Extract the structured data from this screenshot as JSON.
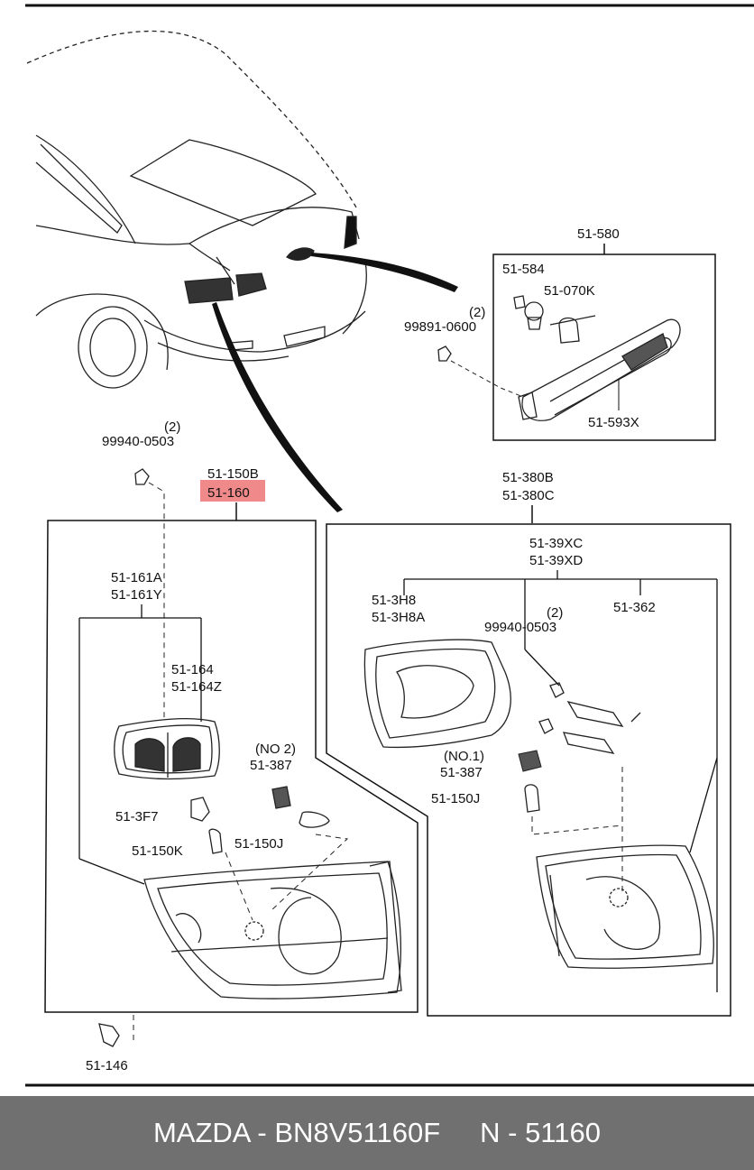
{
  "diagram": {
    "parts": {
      "p51580": "51-580",
      "p51584": "51-584",
      "p51070K": "51-070K",
      "p51593X": "51-593X",
      "q2_a": "(2)",
      "p99891": "99891-0600",
      "q2_b": "(2)",
      "p99940_a": "99940-0503",
      "p51150B": "51-150B",
      "p51160": "51-160",
      "p51380B": "51-380B",
      "p51380C": "51-380C",
      "p5139XC": "51-39XC",
      "p5139XD": "51-39XD",
      "p51161A": "51-161A",
      "p51161Y": "51-161Y",
      "p51164": "51-164",
      "p51164Z": "51-164Z",
      "p513H8": "51-3H8",
      "p513H8A": "51-3H8A",
      "q2_c": "(2)",
      "p99940_b": "99940-0503",
      "p51362": "51-362",
      "no2": "(NO 2)",
      "p51387_a": "51-387",
      "no1": "(NO.1)",
      "p51387_b": "51-387",
      "p513F7": "51-3F7",
      "p51150J_a": "51-150J",
      "p51150K": "51-150K",
      "p51150J_b": "51-150J",
      "p51146": "51-146"
    },
    "highlight_color": "#f08a8a"
  },
  "footer": {
    "brand_part": "MAZDA - BN8V51160F",
    "code": "N - 51160"
  }
}
